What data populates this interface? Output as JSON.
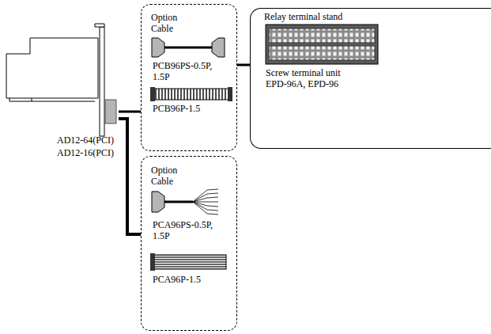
{
  "diagram": {
    "nodes": [
      {
        "text": [
          "AD12-64(PCI)",
          "AD12-16(PCI)"
        ]
      },
      {
        "text": [
          "Option Cable",
          "PCB96PS-0.5P, 1.5P",
          "PCB96P-1.5"
        ]
      },
      {
        "text": [
          "Relay terminal stand",
          "Screw terminal unit EPD-96A, EPD-96"
        ]
      },
      {
        "text": [
          "Option Cable",
          "PCA96PS-0.5P, 1.5P",
          "PCA96P-1.5"
        ]
      }
    ],
    "edges": [
      {
        "from": 0,
        "to": 1,
        "arrow": "none"
      },
      {
        "from": 1,
        "to": 2,
        "arrow": "none"
      },
      {
        "from": 0,
        "to": 3,
        "arrow": "none"
      }
    ]
  }
}
